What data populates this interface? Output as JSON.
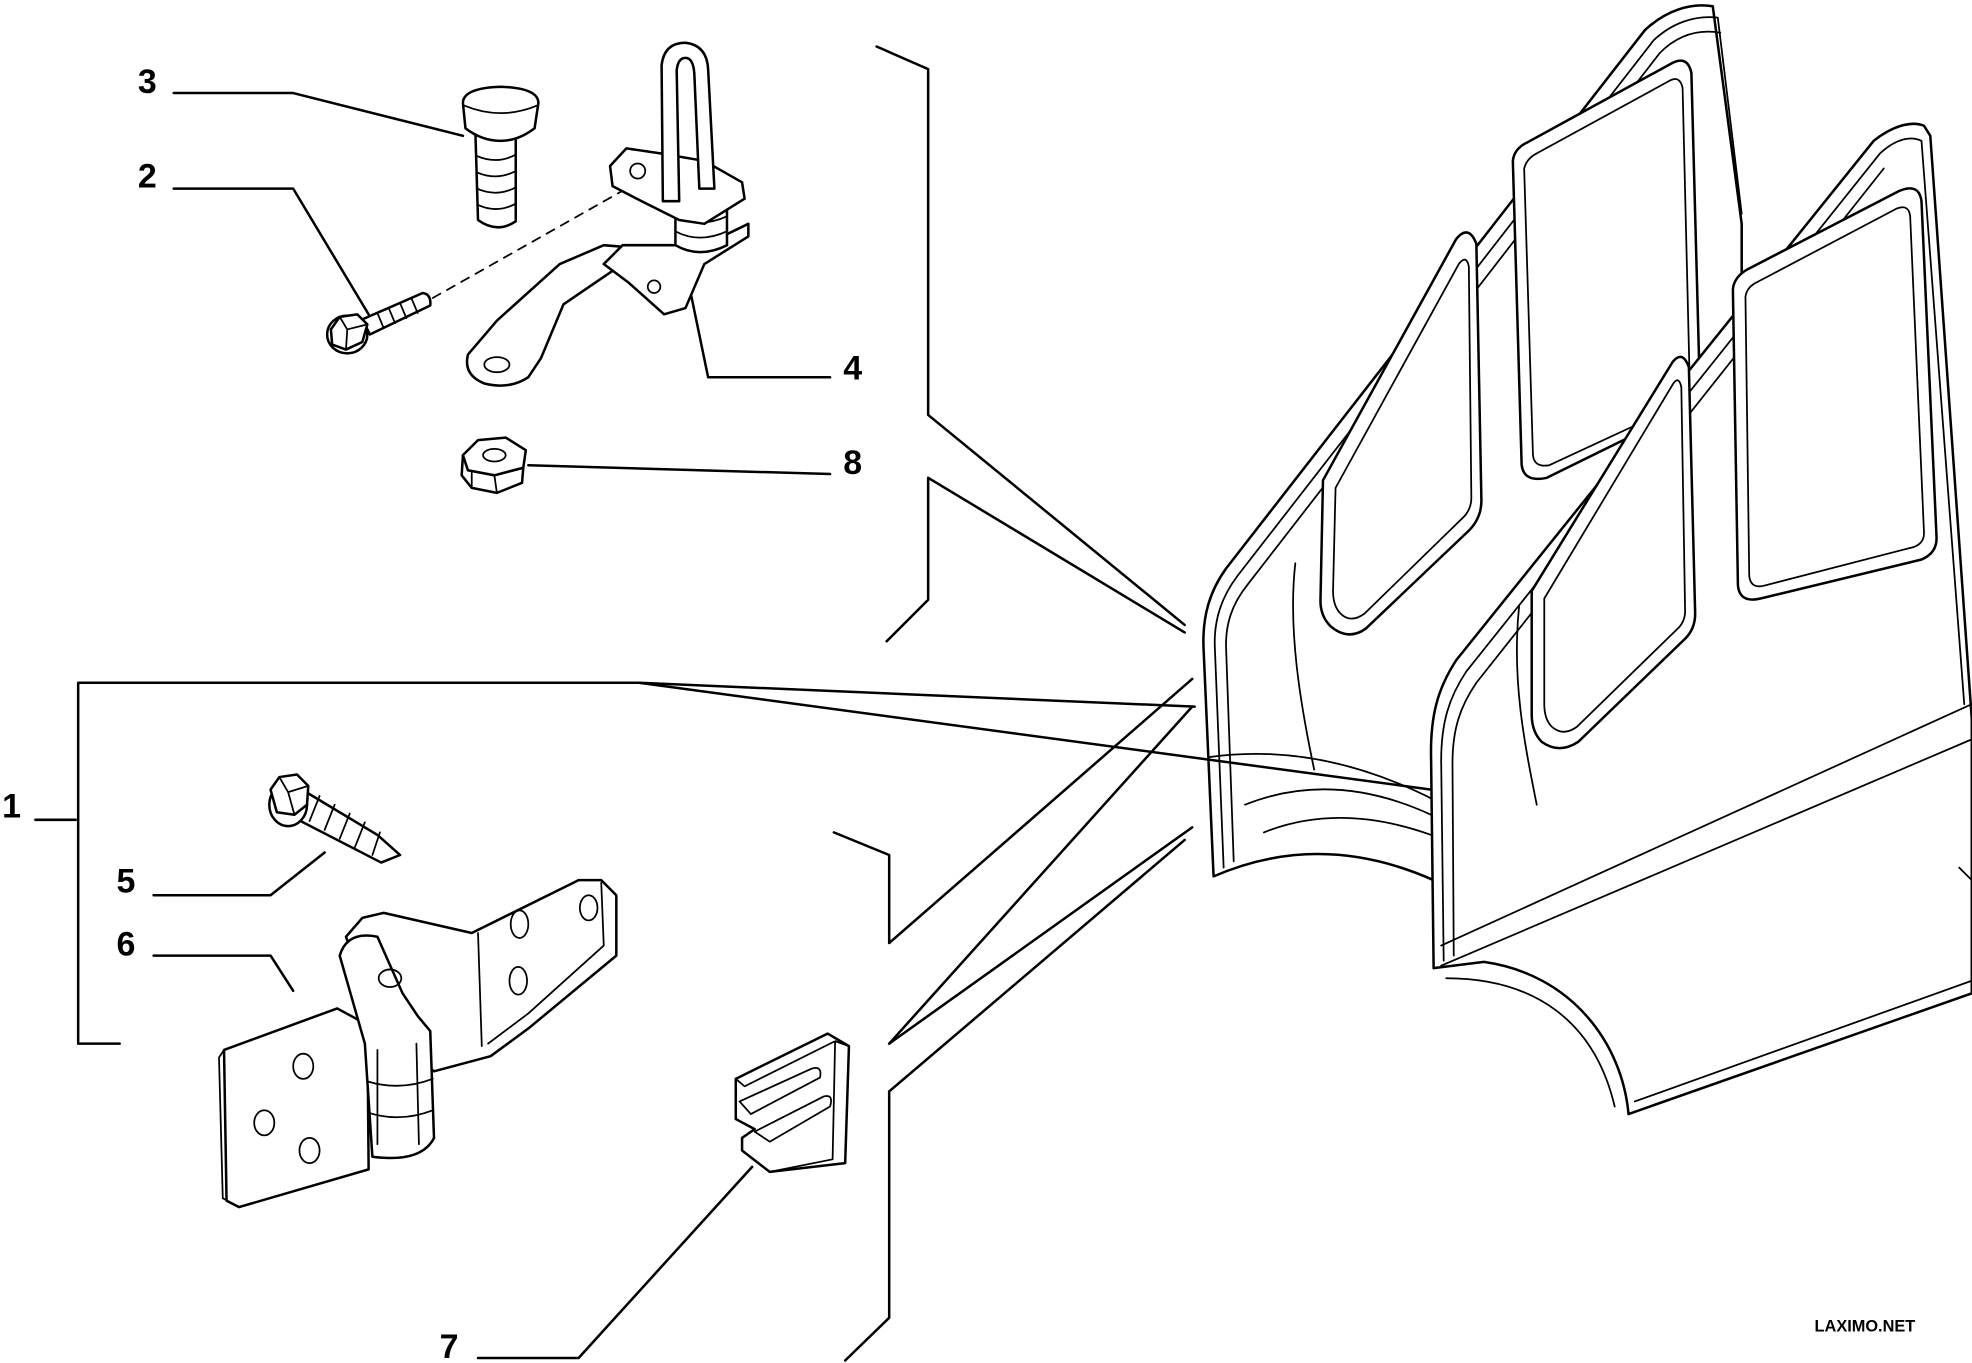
{
  "callouts": {
    "c1": "1",
    "c2": "2",
    "c3": "3",
    "c4": "4",
    "c5": "5",
    "c6": "6",
    "c7": "7",
    "c8": "8"
  },
  "watermark": "LAXIMO.NET",
  "colors": {
    "line": "#000000",
    "background": "#ffffff"
  }
}
